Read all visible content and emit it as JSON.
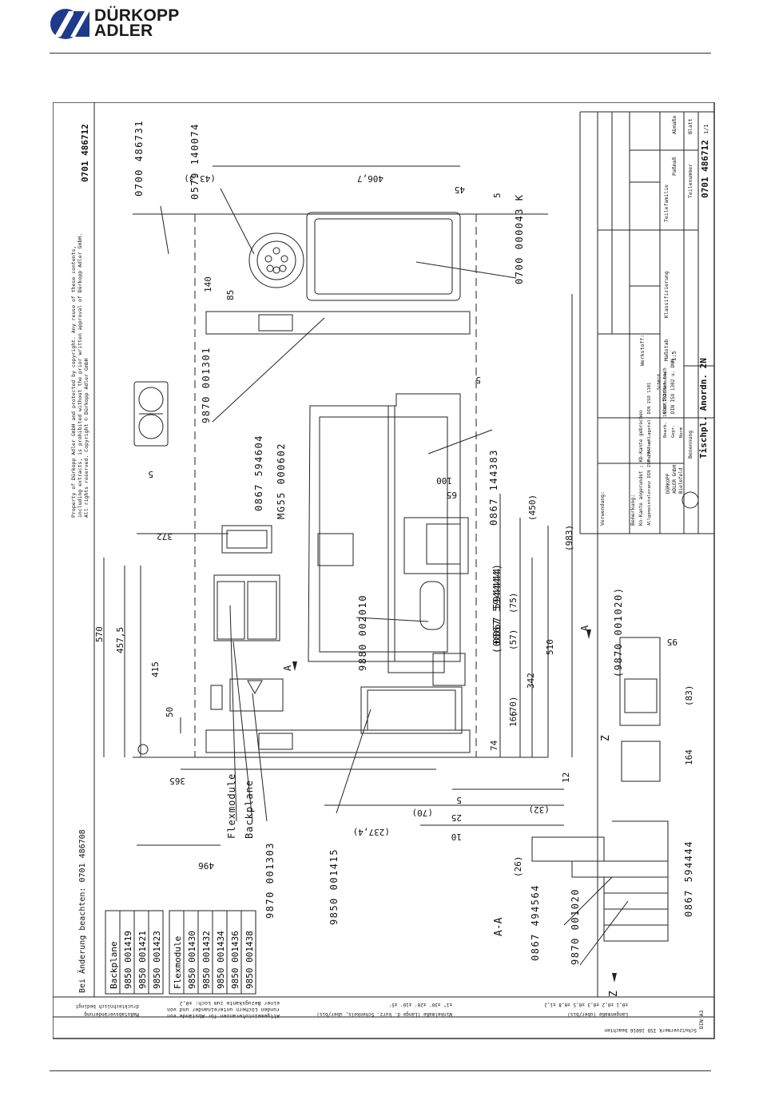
{
  "brand": {
    "line1": "DÜRKOPP",
    "line2": "ADLER",
    "color": "#1e3a8a"
  },
  "drawing_number": "0701 486712",
  "copyright": {
    "line1": "Property of Dürkopp Adler GmbH and protected by copyright. Any reuse of these contents,",
    "line2": "including extracts, is prohibited without the prior written approval of Dürkopp Adler GmbH.",
    "line3": "All rights reserved. Copyright © Dürkopp Adler GmbH"
  },
  "change_note": "Bei Änderung beachten: 0701 486708",
  "parts": {
    "p1": "0700 486731",
    "p2": "0579 140074",
    "p3": "0700 000043 K",
    "p4": "9870 001301",
    "p5": "0867 594604",
    "p6": "MG55 000602",
    "p7": "0867 144383",
    "p8": "0867 594444",
    "p9": "(0867 594444)",
    "p10": "9880 002010",
    "p11": "9870 001303",
    "p12": "9850 001415",
    "p13": "(9870 001020)",
    "p14": "0867 494564",
    "p15": "9870 001020",
    "p16": "0867 594444",
    "flex": "Flexmodule",
    "back": "Backplane"
  },
  "dims": {
    "d1": "(43,3)",
    "d2": "406,7",
    "d3": "45",
    "d4": "5",
    "d5": "140",
    "d6": "85",
    "d7": "5",
    "d8": "100",
    "d9": "65",
    "d10": "(450)",
    "d11": "(983)",
    "d12": "(75)",
    "d13": "(57)",
    "d14": "510",
    "d15": "342",
    "d16": "(70)",
    "d17": "166",
    "d18": "74",
    "d19": "12",
    "d20": "5",
    "d21": "25",
    "d22": "10",
    "d23": "(70)",
    "d24": "(237,4)",
    "d25": "372",
    "d26": "570",
    "d27": "457,5",
    "d28": "415",
    "d29": "50",
    "d30": "365",
    "d31": "496",
    "d32": "5",
    "d33": "95",
    "d34": "(83)",
    "d35": "164",
    "d36": "(32)",
    "d37": "(26)",
    "sec_a": "A",
    "sec_a2": "A",
    "sec_aa": "A-A",
    "sec_z": "Z",
    "sec_z2": "Z"
  },
  "backplane_table": {
    "title": "Backplane",
    "rows": [
      "9850 001419",
      "9850 001421",
      "9850 001423"
    ]
  },
  "flexmodule_table": {
    "title": "Flexmodule",
    "rows": [
      "9850 001430",
      "9850 001432",
      "9850 001434",
      "9850 001436",
      "9850 001438"
    ]
  },
  "title_block": {
    "title": "Tischpl. Anordn. 2N",
    "number": "0701 486712",
    "benennung": "Benennung",
    "teilenummer": "Teilenummer",
    "blatt_label": "Blatt",
    "blatt": "1/1",
    "abmasse": "Abmaße",
    "passmass": "Paßmaß",
    "massstab_label": "Maßstab",
    "massstab": "1:5",
    "klassifizierung": "Klassifizierung",
    "teilefamilie": "Teilefamilie",
    "werkstoff": "Werkstoff:",
    "bemerkung": "Bemerkung:",
    "oberflaeche_label": "Oberflächen nach",
    "oberflaeche": "DIN ISO 1302 u. DNN",
    "kanten": "Kn-Kante angerundet ; Kb-Kante gebrochen",
    "toleranz": "Allgemeintoleranz DIN ISO 2768-mK",
    "form": "Form- u. Lagetol. DIN ISO 1101",
    "firma1": "DÜRKOPP",
    "firma2": "ADLER GmbH",
    "firma3": "Bielefeld",
    "bearb": "Bearb.",
    "gepr": "Gepr.",
    "norm": "Norm",
    "datum": "19.07.2023",
    "name1": "Schmid",
    "name2": "Schulte",
    "verwendung": "Verwendung:",
    "din": "DIN A3",
    "schutz": "Schutzvermerk ISO 16016 beachten"
  },
  "tolerance_tables": {
    "t1_title": "Längenmaße (über/bis)",
    "t1_values": "±0,1 ±0,2 ±0,3 ±0,5 ±0,8 ±1,2",
    "t2_title": "Winkelmaße (Länge d. kürz. Schenkels, über/bis)",
    "t2_values": "±1° ±30' ±20' ±10' ±5'",
    "t3_line1": "Allgemeintoleranzen für Abstände von",
    "t3_line2": "runden Löchern untereinander und von",
    "t3_line3": "einer Bezugskante zum Loch: ±0,2",
    "t4_line1": "Maßstabsveränderung",
    "t4_line2": "drucktechnisch bedingt"
  }
}
